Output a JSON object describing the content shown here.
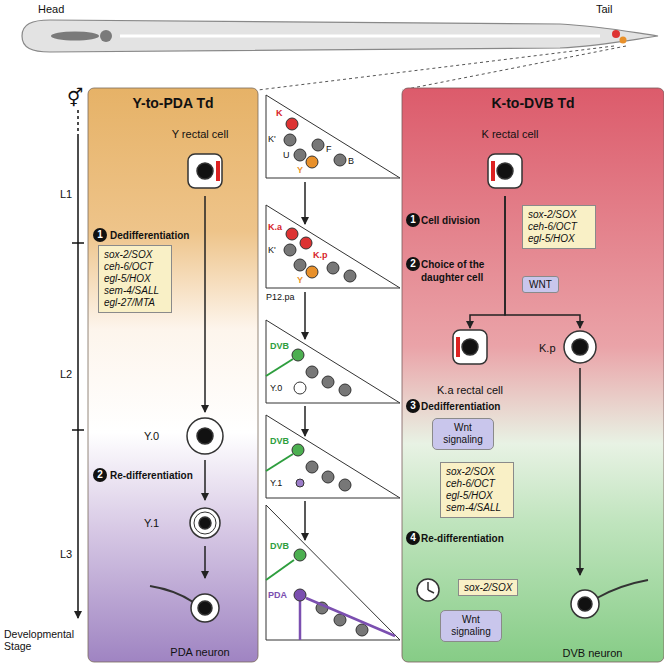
{
  "diagram": {
    "nodes": [
      {
        "text": [
          "Y-to-PDA Td"
        ]
      },
      {
        "text": [
          "Y rectal cell"
        ],
        "in": 0
      },
      {
        "text": [
          "sox-2/SOX ceh-6/OCT egl-5/HOX sem-4/SALL egl-27/MTA"
        ],
        "in": 0
      },
      {
        "text": [
          "Y.0"
        ],
        "in": 0
      },
      {
        "text": [
          "Y.1"
        ],
        "in": 0
      },
      {
        "text": [
          "PDA neuron"
        ],
        "in": 0
      },
      {
        "text": [
          "K-to-DVB Td"
        ]
      },
      {
        "text": [
          "K rectal cell"
        ],
        "in": 6
      },
      {
        "text": [
          "sox-2/SOX ceh-6/OCT egl-5/HOX"
        ],
        "in": 6
      },
      {
        "text": [
          "WNT"
        ],
        "in": 6
      },
      {
        "text": [
          "K.a rectal cell"
        ],
        "in": 6
      },
      {
        "text": [
          "K.p"
        ],
        "in": 6
      },
      {
        "text": [
          "Wnt signaling"
        ],
        "in": 6
      },
      {
        "text": [
          "sox-2/SOX ceh-6/OCT egl-5/HOX sem-4/SALL"
        ],
        "in": 6
      },
      {
        "text": [
          "sox-2/SOX"
        ],
        "in": 6
      },
      {
        "text": [
          "Wnt signaling"
        ],
        "in": 6
      },
      {
        "text": [
          "DVB neuron"
        ],
        "in": 6
      }
    ],
    "edges": [
      {
        "from": 1,
        "to": 3,
        "arrow": "to"
      },
      {
        "from": 3,
        "to": 4,
        "arrow": "to"
      },
      {
        "from": 4,
        "to": 5,
        "arrow": "to"
      },
      {
        "from": 7,
        "to": 10,
        "arrow": "to"
      },
      {
        "from": 7,
        "to": 11,
        "arrow": "to"
      },
      {
        "from": 11,
        "to": 16,
        "arrow": "to"
      }
    ],
    "labels": [
      "Head",
      "Tail",
      "⚥",
      "L1",
      "L2",
      "L3",
      "Developmental Stage",
      "1",
      "Dedifferentiation",
      "2",
      "Re-differentiation",
      "1",
      "Cell division",
      "2",
      "Choice of the daughter cell",
      "3",
      "Dedifferentiation",
      "4",
      "Re-differentiation",
      "K",
      "K'",
      "U",
      "F",
      "B",
      "Y",
      "K.a",
      "K.p",
      "K'",
      "Y",
      "P12.pa",
      "DVB",
      "Y.0",
      "DVB",
      "Y.1",
      "DVB",
      "PDA"
    ]
  }
}
